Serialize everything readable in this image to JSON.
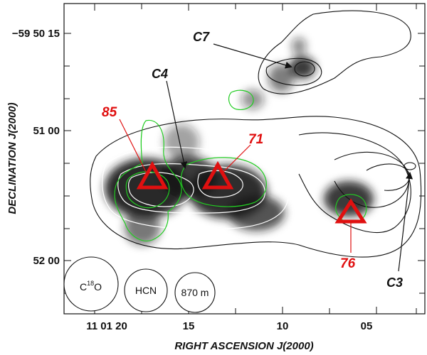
{
  "axes": {
    "x_title": "RIGHT ASCENSION J(2000)",
    "y_title": "DECLINATION J(2000)",
    "x_ticks": [
      "11 01 20",
      "15",
      "10",
      "05"
    ],
    "y_ticks": [
      "−59 50 15",
      "51 00",
      "52 00"
    ]
  },
  "clumps": [
    {
      "id": "c7",
      "label": "C7"
    },
    {
      "id": "c4",
      "label": "C4"
    },
    {
      "id": "c3",
      "label": "C3"
    }
  ],
  "sources": [
    {
      "id": "s85",
      "label": "85"
    },
    {
      "id": "s71",
      "label": "71"
    },
    {
      "id": "s76",
      "label": "76"
    }
  ],
  "beams": [
    {
      "id": "c18o",
      "label_main": "C",
      "label_sup": "18",
      "label_end": "O"
    },
    {
      "id": "hcn",
      "label": "HCN"
    },
    {
      "id": "870",
      "label": "870 m"
    }
  ],
  "colors": {
    "source_marker": "#e01010",
    "green_contours": "#22cc22",
    "white_contours": "#ffffff",
    "black_contours": "#111111",
    "grayscale_emission": "#1a1a1a"
  },
  "icons": {
    "source_marker": "triangle-icon",
    "beam": "circle-icon"
  }
}
